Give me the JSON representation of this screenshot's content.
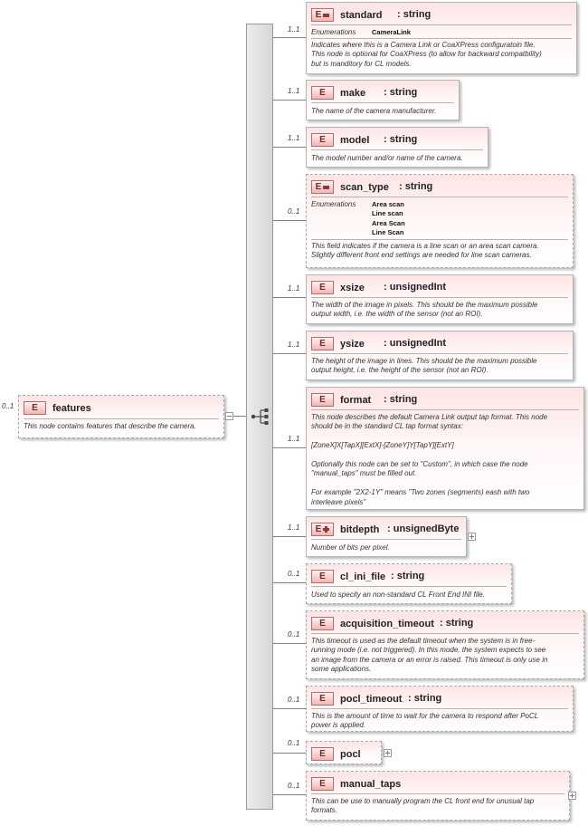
{
  "root": {
    "badge": "E",
    "name": "features",
    "multiplicity": "0..1",
    "description": "This node contains features that describe the camera."
  },
  "enumerations_label": "Enumerations",
  "elements": [
    {
      "name": "standard",
      "type": ": string",
      "multiplicity": "1..1",
      "badge": "E",
      "enumerations": [
        "CameraLink"
      ],
      "description": [
        "Indicates where this is a Camera Link or CoaXPress configuratoin file.",
        "This node is optional for CoaXPress (to allow for backward compatbility)",
        "but is manditory for CL models."
      ]
    },
    {
      "name": "make",
      "type": ": string",
      "multiplicity": "1..1",
      "badge": "E",
      "description": [
        "The name of the camera manufacturer."
      ]
    },
    {
      "name": "model",
      "type": ": string",
      "multiplicity": "1..1",
      "badge": "E",
      "description": [
        "The model number and/or name of the camera."
      ]
    },
    {
      "name": "scan_type",
      "type": ": string",
      "multiplicity": "0..1",
      "badge": "E",
      "enumerations": [
        "Area scan",
        "Line scan",
        "Area Scan",
        "Line Scan"
      ],
      "description": [
        "This field indicates if the camera is a line scan or an area scan camera.",
        "Slightly different front end settings are needed for line scan cameras."
      ]
    },
    {
      "name": "xsize",
      "type": ": unsignedInt",
      "multiplicity": "1..1",
      "badge": "E",
      "description": [
        "The width of the image in pixels. This should be the maximum possible",
        "output width, i.e. the width of the sensor (not an ROI)."
      ]
    },
    {
      "name": "ysize",
      "type": ": unsignedInt",
      "multiplicity": "1..1",
      "badge": "E",
      "description": [
        "The height of the image in lines. This should be the maximum possible",
        "output height, i.e. the height of the sensor (not an ROI)."
      ]
    },
    {
      "name": "format",
      "type": ": string",
      "multiplicity": "1..1",
      "badge": "E",
      "description": [
        "This node describes the default Camera Link output tap format. This node",
        "should be in the standard CL tap format syntax:",
        "",
        "[ZoneX]X[TapX][ExtX]-[ZoneY]Y[TapY][ExtY]",
        "",
        "Optionally this node can be set to \"Custom\", in which case the node",
        "\"manual_taps\" must be filled out.",
        "",
        "For example \"2X2-1Y\" means \"Two zones (segments) eash with two",
        "interleave pixels\""
      ]
    },
    {
      "name": "bitdepth",
      "type": ": unsignedByte",
      "multiplicity": "1..1",
      "badge": "E",
      "description": [
        "Number of bits per pixel."
      ]
    },
    {
      "name": "cl_ini_file",
      "type": ": string",
      "multiplicity": "0..1",
      "badge": "E",
      "description": [
        "Used to specity an non-standard CL Front End INI file."
      ]
    },
    {
      "name": "acquisition_timeout",
      "type": ": string",
      "multiplicity": "0..1",
      "badge": "E",
      "description": [
        "This timeout is used as the default timeout when the system is in free-",
        "running mode (i.e. not triggered). In this mode, the system expects to see",
        "an image from the camera or an error is raised. This timeout is only use in",
        "some applications."
      ]
    },
    {
      "name": "pocl_timeout",
      "type": ": string",
      "multiplicity": "0..1",
      "badge": "E",
      "description": [
        "This is the amount of time to wait for the camera to respond after PoCL",
        "power is applied."
      ]
    },
    {
      "name": "pocl",
      "type": "",
      "multiplicity": "0..1",
      "badge": "E",
      "description": []
    },
    {
      "name": "manual_taps",
      "type": "",
      "multiplicity": "0..1",
      "badge": "E",
      "description": [
        "This can be use to manually program the CL front end for unusual tap",
        "formats."
      ]
    }
  ]
}
